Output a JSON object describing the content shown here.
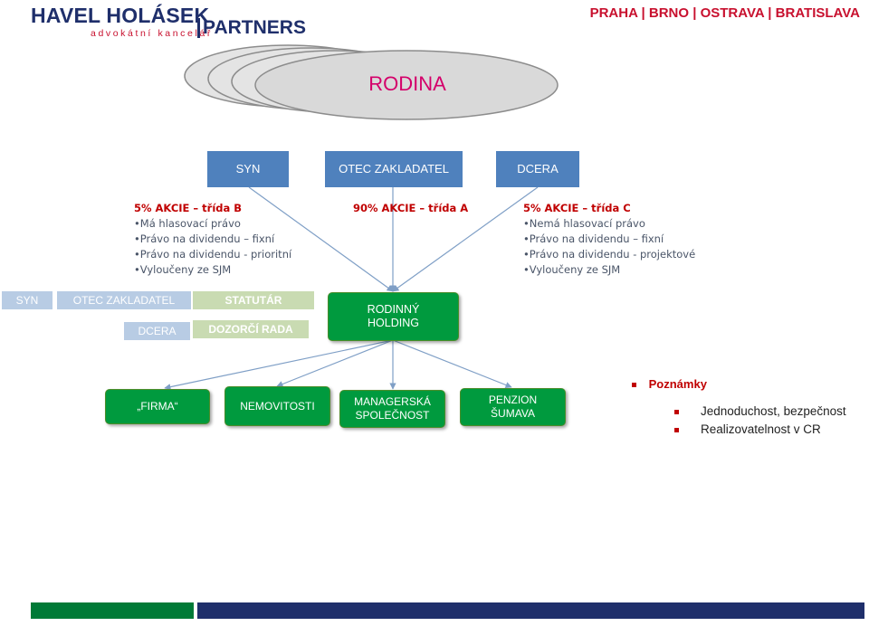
{
  "header": {
    "logo_main": "HAVEL HOLÁSEK",
    "logo_sub": "advokátní kancelář",
    "logo_partners": "PARTNERS",
    "cities": "PRAHA | BRNO | OSTRAVA | BRATISLAVA"
  },
  "family": {
    "title": "RODINA"
  },
  "members": {
    "syn": "SYN",
    "otec": "OTEC ZAKLADATEL",
    "dcera": "DCERA"
  },
  "shares": {
    "left": {
      "head": "5% AKCIE – třída B",
      "items": [
        "Má hlasovací právo",
        "Právo na dividendu – fixní",
        "Právo na dividendu - prioritní",
        "Vyloučeny ze SJM"
      ]
    },
    "center": {
      "head": "90% AKCIE – třída A"
    },
    "right": {
      "head": "5% AKCIE – třída C",
      "items": [
        "Nemá hlasovací právo",
        "Právo na dividendu – fixní",
        "Právo na dividendu - projektové",
        "Vyloučeny ze SJM"
      ]
    }
  },
  "governance": {
    "syn": "SYN",
    "otec": "OTEC ZAKLADATEL",
    "dcera": "DCERA",
    "statutar": "STATUTÁR",
    "dozorci": "DOZORČÍ RADA"
  },
  "holding": {
    "label": "RODINNÝ HOLDING"
  },
  "subsidiaries": [
    "„FIRMA“",
    "NEMOVITOSTI",
    "MANAGERSKÁ SPOLEČNOST",
    "PENZION ŠUMAVA"
  ],
  "notes": {
    "title": "Poznámky",
    "items": [
      "Jednoduchost, bezpečnost",
      "Realizovatelnost v CR"
    ]
  },
  "colors": {
    "brand_navy": "#1f2f6b",
    "brand_red": "#c8102e",
    "box_blue": "#4f81bd",
    "box_green": "#009a3e"
  }
}
